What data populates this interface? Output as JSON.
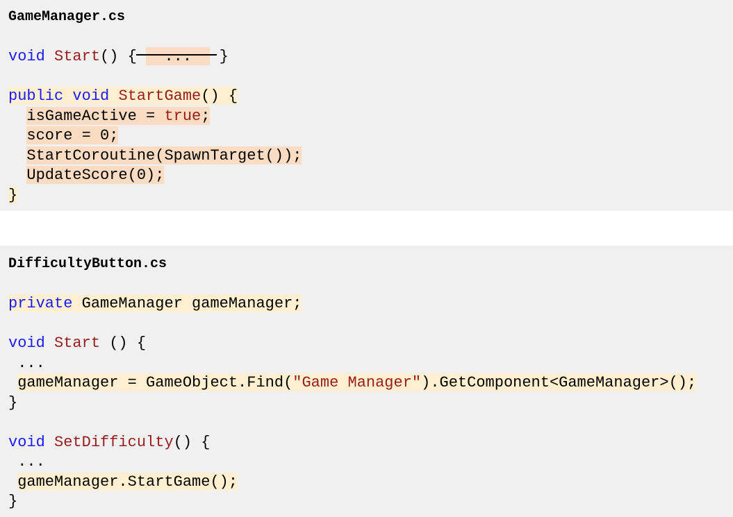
{
  "colors": {
    "keyword": "#1a1aff",
    "identifier": "#9a1b1b",
    "highlight_yellow": "#fdefcf",
    "highlight_peach": "#fadcc2",
    "panel_bg": "#f0f0f0"
  },
  "panels": [
    {
      "title": "GameManager.cs",
      "lines": [
        {
          "segments": []
        },
        {
          "segments": [
            {
              "hl": null,
              "tokens": [
                {
                  "t": "void ",
                  "c": "kw"
                },
                {
                  "t": "Start",
                  "c": "fn"
                },
                {
                  "t": "() { ",
                  "c": "txt"
                }
              ]
            },
            {
              "hl": "peach",
              "strike": true,
              "tokens": [
                {
                  "t": "  ...  ",
                  "c": "txt"
                }
              ]
            },
            {
              "hl": null,
              "tokens": [
                {
                  "t": " }",
                  "c": "txt"
                }
              ]
            }
          ]
        },
        {
          "segments": []
        },
        {
          "segments": [
            {
              "hl": "yellow",
              "tokens": [
                {
                  "t": "public void ",
                  "c": "kw"
                },
                {
                  "t": "StartGame",
                  "c": "fn"
                },
                {
                  "t": "() {",
                  "c": "txt"
                }
              ]
            }
          ]
        },
        {
          "segments": [
            {
              "hl": null,
              "tokens": [
                {
                  "t": "  ",
                  "c": "txt"
                }
              ]
            },
            {
              "hl": "peach",
              "tokens": [
                {
                  "t": "isGameActive = ",
                  "c": "txt"
                },
                {
                  "t": "true",
                  "c": "str"
                },
                {
                  "t": ";",
                  "c": "txt"
                }
              ]
            }
          ]
        },
        {
          "segments": [
            {
              "hl": null,
              "tokens": [
                {
                  "t": "  ",
                  "c": "txt"
                }
              ]
            },
            {
              "hl": "peach",
              "tokens": [
                {
                  "t": "score = 0;",
                  "c": "txt"
                }
              ]
            }
          ]
        },
        {
          "segments": [
            {
              "hl": null,
              "tokens": [
                {
                  "t": "  ",
                  "c": "txt"
                }
              ]
            },
            {
              "hl": "peach",
              "tokens": [
                {
                  "t": "StartCoroutine(SpawnTarget());",
                  "c": "txt"
                }
              ]
            }
          ]
        },
        {
          "segments": [
            {
              "hl": null,
              "tokens": [
                {
                  "t": "  ",
                  "c": "txt"
                }
              ]
            },
            {
              "hl": "peach",
              "tokens": [
                {
                  "t": "UpdateScore(0);",
                  "c": "txt"
                }
              ]
            }
          ]
        },
        {
          "segments": [
            {
              "hl": "yellow",
              "tokens": [
                {
                  "t": "}",
                  "c": "txt"
                }
              ]
            }
          ]
        }
      ]
    },
    {
      "title": "DifficultyButton.cs",
      "lines": [
        {
          "segments": []
        },
        {
          "segments": [
            {
              "hl": "yellow",
              "tokens": [
                {
                  "t": "private ",
                  "c": "kw"
                },
                {
                  "t": "GameManager gameManager;",
                  "c": "txt"
                }
              ]
            }
          ]
        },
        {
          "segments": []
        },
        {
          "segments": [
            {
              "hl": null,
              "tokens": [
                {
                  "t": "void ",
                  "c": "kw"
                },
                {
                  "t": "Start",
                  "c": "fn"
                },
                {
                  "t": " () {",
                  "c": "txt"
                }
              ]
            }
          ]
        },
        {
          "segments": [
            {
              "hl": null,
              "tokens": [
                {
                  "t": " ...",
                  "c": "txt"
                }
              ]
            }
          ]
        },
        {
          "segments": [
            {
              "hl": null,
              "tokens": [
                {
                  "t": " ",
                  "c": "txt"
                }
              ]
            },
            {
              "hl": "yellow",
              "tokens": [
                {
                  "t": "gameManager = GameObject.Find(",
                  "c": "txt"
                },
                {
                  "t": "\"Game Manager\"",
                  "c": "str"
                },
                {
                  "t": ").GetComponent<GameManager>();",
                  "c": "txt"
                }
              ]
            }
          ]
        },
        {
          "segments": [
            {
              "hl": null,
              "tokens": [
                {
                  "t": "}",
                  "c": "txt"
                }
              ]
            }
          ]
        },
        {
          "segments": []
        },
        {
          "segments": [
            {
              "hl": null,
              "tokens": [
                {
                  "t": "void ",
                  "c": "kw"
                },
                {
                  "t": "SetDifficulty",
                  "c": "fn"
                },
                {
                  "t": "() {",
                  "c": "txt"
                }
              ]
            }
          ]
        },
        {
          "segments": [
            {
              "hl": null,
              "tokens": [
                {
                  "t": " ...",
                  "c": "txt"
                }
              ]
            }
          ]
        },
        {
          "segments": [
            {
              "hl": null,
              "tokens": [
                {
                  "t": " ",
                  "c": "txt"
                }
              ]
            },
            {
              "hl": "yellow",
              "tokens": [
                {
                  "t": "gameManager.StartGame();",
                  "c": "txt"
                }
              ]
            }
          ]
        },
        {
          "segments": [
            {
              "hl": null,
              "tokens": [
                {
                  "t": "}",
                  "c": "txt"
                }
              ]
            }
          ]
        }
      ]
    }
  ]
}
